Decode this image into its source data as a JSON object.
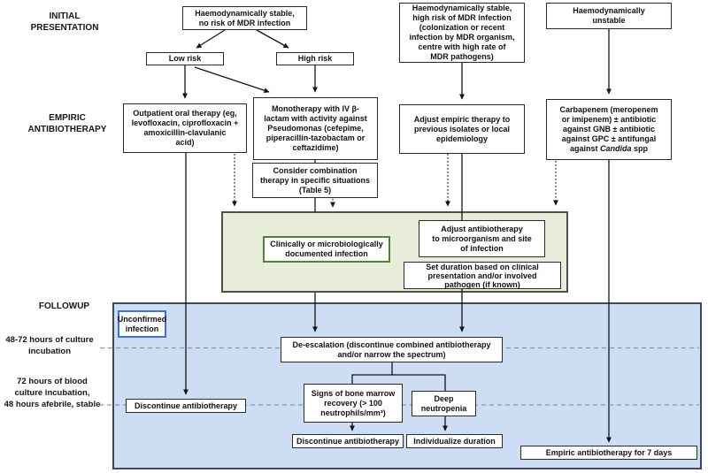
{
  "row_labels": {
    "initial_presentation": "INITIAL\nPRESENTATION",
    "empiric_antibiotherapy": "EMPIRIC\nANTIBIOTHERAPY",
    "followup": "FOLLOWUP",
    "culture_48_72": "48-72 hours of culture\nincubation",
    "culture_72": "72 hours of blood\nculture incubation,\n48 hours afebrile, stable"
  },
  "initial_presentation": {
    "stable_no_mdr": "Haemodynamically stable,\nno risk of MDR infection",
    "stable_high_mdr": "Haemodynamically stable,\nhigh risk of MDR infection\n(colonization or recent\ninfection by MDR organism,\ncentre with high rate of\nMDR pathogens)",
    "unstable": "Haemodynamically\nunstable",
    "low_risk": "Low risk",
    "high_risk": "High risk"
  },
  "empiric_antibiotherapy": {
    "outpatient": "Outpatient oral therapy (eg,\nlevofloxacin, ciprofloxacin +\namoxicillin-clavulanic\nacid)",
    "monotherapy": "Monotherapy with IV β-\nlactam with activity against\nPseudomonas (cefepime,\npiperacillin-tazobactam or\nceftazidime)",
    "adjust_empiric": "Adjust empiric therapy to\nprevious isolates or local\nepidemiology",
    "carbapenem_before": "Carbapenem (meropenem\nor imipenem) ± antibiotic\nagainst GNB ± antibiotic\nagainst GPC ± antifungal\nagainst ",
    "carbapenem_italic": "Candida",
    "carbapenem_after": " spp",
    "consider_combination": "Consider combination\ntherapy in specific situations\n(Table 5)"
  },
  "documented_infection": {
    "clinically_documented": "Clinically or microbiologically\ndocumented infection",
    "adjust_antibiotherapy": "Adjust antibiotherapy\nto microorganism and site\nof infection",
    "set_duration": "Set duration based on clinical\npresentation and/or involved\npathogen (if known)"
  },
  "followup": {
    "unconfirmed": "Unconfirmed\ninfection",
    "de_escalation": "De-escalation (discontinue combined antibiotherapy\nand/or narrow the spectrum)",
    "discontinue_left": "Discontinue antibiotherapy",
    "bone_marrow_recovery": "Signs of bone marrow\nrecovery (> 100\nneutrophils/mm³)",
    "deep_neutropenia": "Deep\nneutropenia",
    "discontinue_recovery": "Discontinue antibiotherapy",
    "individualize_duration": "Individualize duration",
    "empiric_7_days": "Empiric antibiotherapy for 7 days"
  },
  "colors": {
    "documented_panel_fill": "#e7edda",
    "documented_panel_border": "#4a5442",
    "followup_panel_fill": "#cdddf3",
    "followup_panel_border": "#3e4a5c",
    "clinically_box_border": "#538135",
    "unconfirmed_box_border": "#4472c4",
    "arrow": "#151515",
    "dashed_timeline": "#8e99a6"
  }
}
